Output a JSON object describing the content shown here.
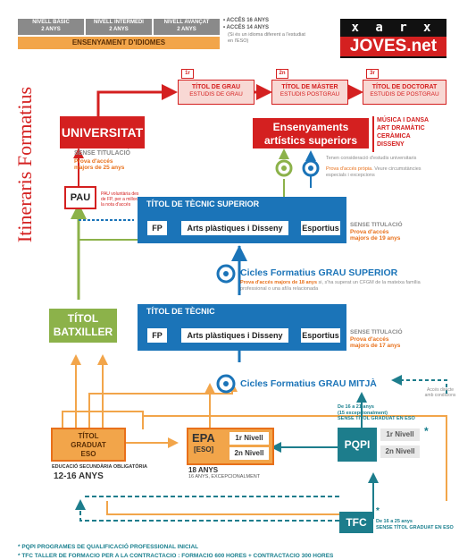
{
  "header": {
    "levels": [
      {
        "name": "NIVELL BÀSIC",
        "years": "2 ANYS"
      },
      {
        "name": "NIVELL INTERMEDI",
        "years": "2 ANYS"
      },
      {
        "name": "NIVELL AVANÇAT",
        "years": "2 ANYS"
      }
    ],
    "section_title": "ENSENYAMENT D'IDIOMES",
    "access_16": "• ACCÉS 16 ANYS",
    "access_14": "• ACCÉS 14 ANYS",
    "access_note": "(Si és un idioma diferent a l'estudiat en l'ESO)"
  },
  "logo": {
    "line1": "x a r x a",
    "line2": "JOVES.net"
  },
  "vertical_title": "Itineraris Formatius",
  "university": {
    "label": "UNIVERSITAT",
    "no_title": "SENSE TITULACIÓ",
    "access_test": "Prova d'accés",
    "over_25": "majors de 25 anys",
    "pau": "PAU",
    "pau_note": "PAU voluntària des de FP, per a millorar la nota d'accés"
  },
  "degrees": [
    {
      "num": "1r",
      "title": "TÍTOL DE GRAU",
      "sub": "ESTUDIS DE GRAU"
    },
    {
      "num": "2n",
      "title": "TÍTOL DE MÀSTER",
      "sub": "ESTUDIS POSTGRAU"
    },
    {
      "num": "3r",
      "title": "TÍTOL DE DOCTORAT",
      "sub": "ESTUDIS DE POSTGRAU"
    }
  ],
  "arts": {
    "title_line1": "Ensenyaments",
    "title_line2": "artístics superiors",
    "list": [
      "MÚSICA I DANSA",
      "ART DRAMÀTIC",
      "CERÀMICA",
      "DISSENY"
    ],
    "consideration": "Tenen consideració d'estudis universitaris",
    "own_test": "Prova d'accés pròpia.",
    "conditions": "Veure circumstàncies especials i excepcions"
  },
  "tecnic_superior": {
    "title": "TÍTOL DE TÈCNIC SUPERIOR",
    "cells": [
      "FP",
      "Arts plàstiques i Disseny",
      "Esportius"
    ],
    "no_title": "SENSE TITULACIÓ",
    "access_test": "Prova d'accés",
    "over_19": "majors de 19 anys"
  },
  "cfgs": {
    "title": "Cicles Formatius GRAU SUPERIOR",
    "note_bold": "Prova d'accés majors de 18 anys",
    "note_rest": "si, s'ha superat un CFGM de la mateixa família professional o una afí/a relacionada"
  },
  "tecnic": {
    "title": "TÍTOL DE TÈCNIC",
    "cells": [
      "FP",
      "Arts plàstiques i Disseny",
      "Esportius"
    ],
    "no_title": "SENSE TITULACIÓ",
    "access_test": "Prova d'accés",
    "over_17": "majors de 17 anys"
  },
  "batxiller": {
    "line1": "TÍTOL",
    "line2": "BATXILLER"
  },
  "cfgm": {
    "title": "Cicles Formatius GRAU MITJÀ",
    "direct": "Accés directe amb condicions"
  },
  "eso": {
    "line1": "TÍTOL",
    "line2": "GRADUAT",
    "line3": "ESO",
    "sub": "EDUCACIÓ SECUNDÀRIA OBLIGATÒRIA",
    "ages": "12-16 ANYS"
  },
  "epa": {
    "line1": "EPA",
    "line2": "[ESO]",
    "levels": [
      "1r  Nivell",
      "2n  Nivell"
    ],
    "age": "18 ANYS",
    "exception": "16 ANYS, EXCEPCIONALMENT"
  },
  "pqpi": {
    "label": "PQPI",
    "ages": "De 16 a 21 anys",
    "exception": "(15 excepcionalment)",
    "no_title": "SENSE TÍTOL GRADUAT EN ESO",
    "levels": [
      "1r  Nivell",
      "2n  Nivell"
    ],
    "star": "*"
  },
  "tfc": {
    "label": "TFC",
    "star": "*",
    "ages": "De 16 a 25 anys",
    "no_title": "SENSE TÍTOL GRADUAT EN ESO"
  },
  "footnotes": [
    "* PQPI  PROGRAMES DE QUALIFICACIÓ PROFESSIONAL INICIAL",
    "* TFC   TALLER DE FORMACIÓ PER A LA CONTRACTACIÓ : FORMACIÓ 600 HORES + CONTRACTACIÓ 300 HORES"
  ],
  "colors": {
    "red": "#d42020",
    "blue": "#1b74b8",
    "teal": "#1d7d8c",
    "green": "#8cb24a",
    "orange": "#f2a54a",
    "grey": "#8a8a8a"
  }
}
